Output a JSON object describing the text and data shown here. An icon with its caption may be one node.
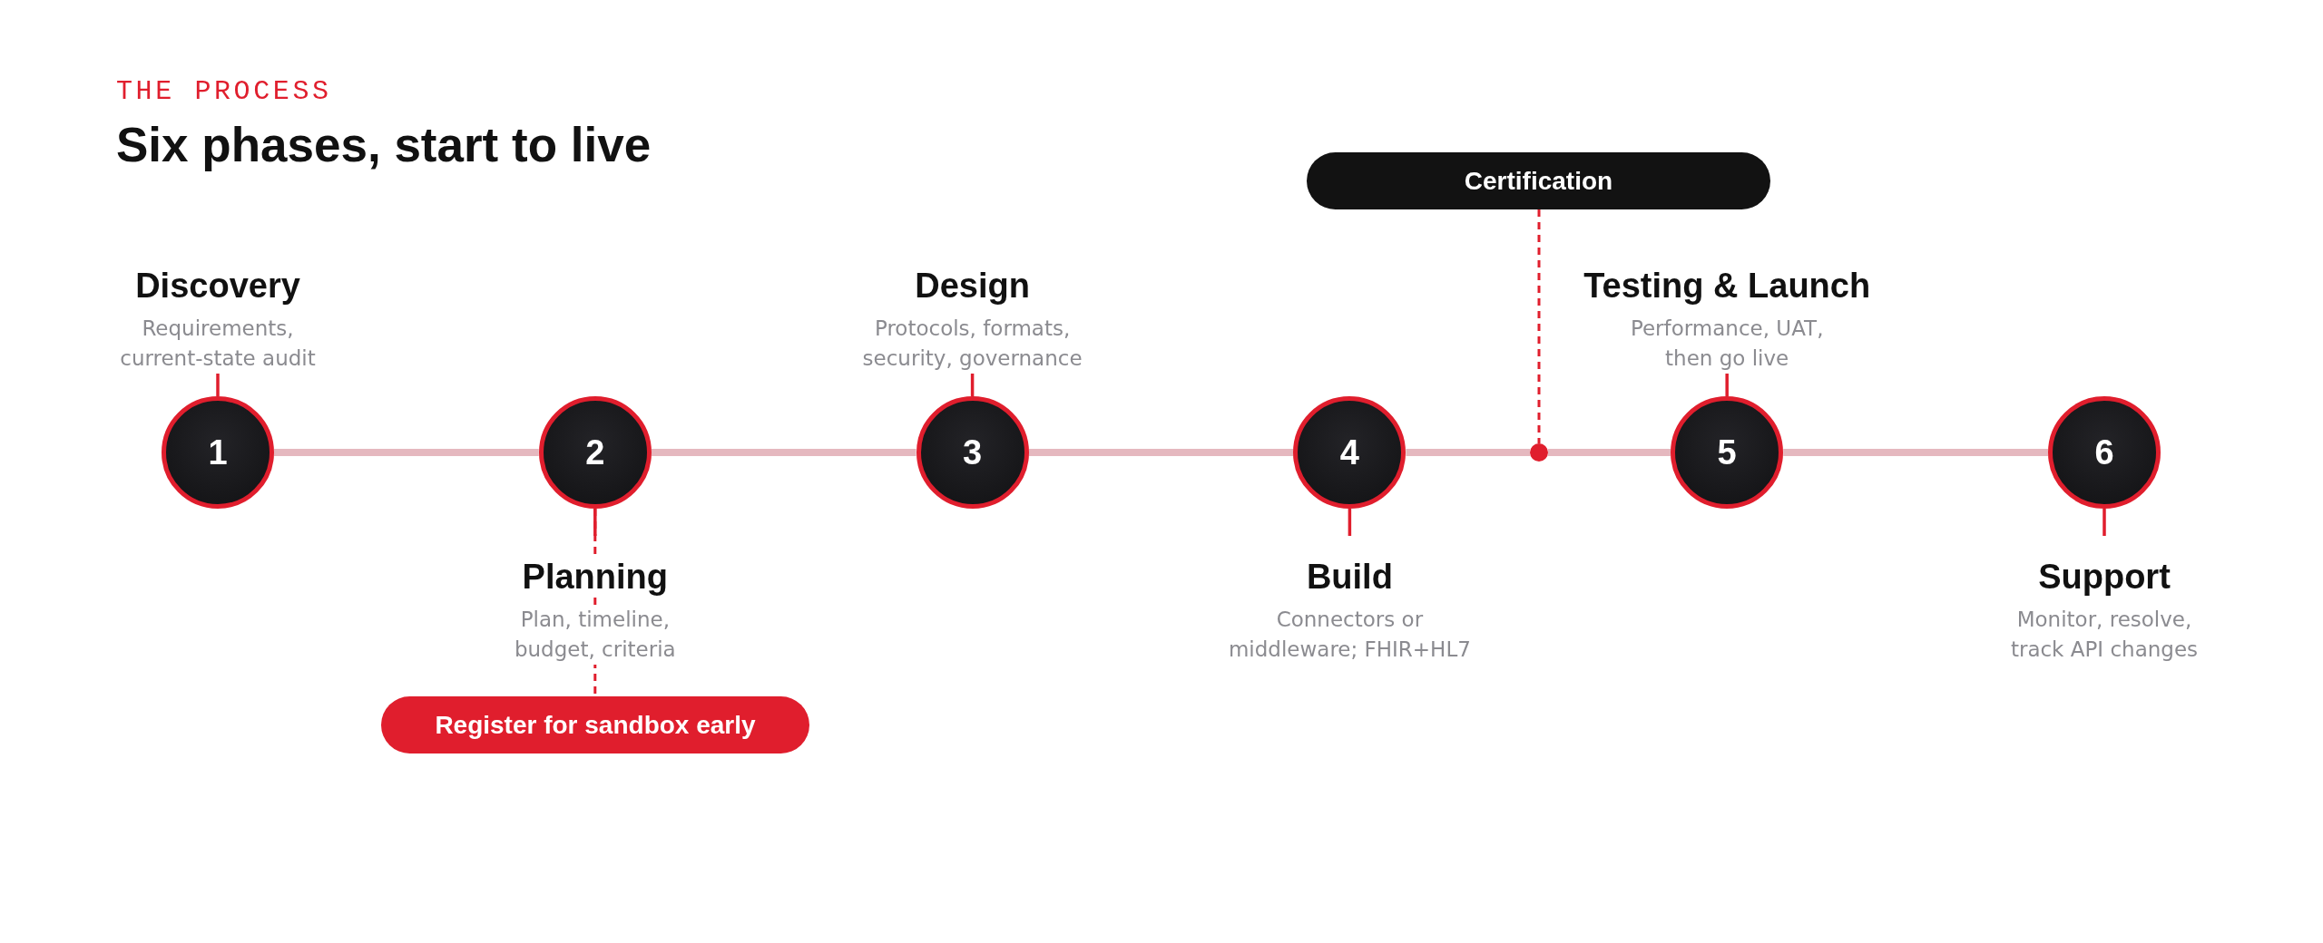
{
  "diagram": {
    "title": "Six phases, start to live",
    "nodes": [
      {
        "text": [
          "1"
        ]
      },
      {
        "text": [
          "Discovery",
          "Requirements, current-state audit"
        ]
      },
      {
        "text": [
          "2"
        ]
      },
      {
        "text": [
          "Planning",
          "Plan, timeline, budget, criteria"
        ]
      },
      {
        "text": [
          "3"
        ]
      },
      {
        "text": [
          "Design",
          "Protocols, formats, security, governance"
        ]
      },
      {
        "text": [
          "4"
        ]
      },
      {
        "text": [
          "Build",
          "Connectors or middleware; FHIR+HL7"
        ]
      },
      {
        "text": [],
        "shape": "circle"
      },
      {
        "text": [
          "5"
        ]
      },
      {
        "text": [
          "Testing & Launch",
          "Performance, UAT, then go live"
        ]
      },
      {
        "text": [
          "6"
        ]
      },
      {
        "text": [
          "Support",
          "Monitor, resolve, track API changes"
        ]
      },
      {
        "text": [
          "Register for sandbox early"
        ]
      },
      {
        "text": [
          "Certification"
        ]
      }
    ],
    "edges": [
      {
        "from": 0,
        "to": 2,
        "arrow": "none",
        "style": "thick",
        "color": "#e5b8bf"
      },
      {
        "from": 2,
        "to": 4,
        "arrow": "none",
        "style": "thick",
        "color": "#e5b8bf"
      },
      {
        "from": 4,
        "to": 6,
        "arrow": "none",
        "style": "thick",
        "color": "#e5b8bf"
      },
      {
        "from": 6,
        "to": 8,
        "arrow": "none",
        "style": "thick",
        "color": "#e5b8bf"
      },
      {
        "from": 8,
        "to": 9,
        "arrow": "none",
        "style": "thick",
        "color": "#e5b8bf"
      },
      {
        "from": 9,
        "to": 11,
        "arrow": "none",
        "style": "thick",
        "color": "#e5b8bf"
      },
      {
        "from": 0,
        "to": 1,
        "arrow": "none"
      },
      {
        "from": 2,
        "to": 3,
        "arrow": "none"
      },
      {
        "from": 4,
        "to": 5,
        "arrow": "none"
      },
      {
        "from": 6,
        "to": 7,
        "arrow": "none"
      },
      {
        "from": 9,
        "to": 10,
        "arrow": "none"
      },
      {
        "from": 11,
        "to": 12,
        "arrow": "none"
      },
      {
        "from": 2,
        "to": 13,
        "arrow": "none",
        "style": "dashed"
      },
      {
        "from": 14,
        "to": 8,
        "arrow": "none",
        "style": "dashed"
      }
    ],
    "labels": [
      "THE PROCESS"
    ]
  }
}
